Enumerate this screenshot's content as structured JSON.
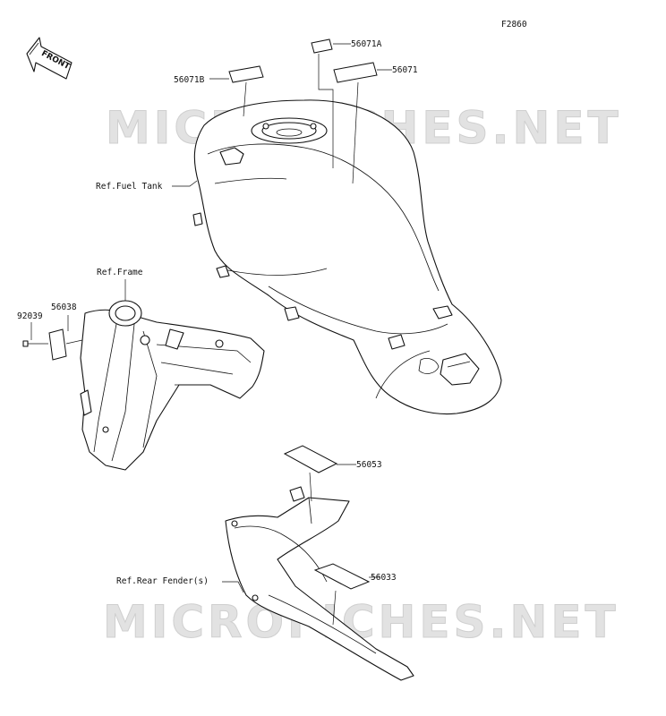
{
  "figure_code": "F2860",
  "direction_arrow": {
    "label": "FRONT",
    "icon": "front-arrow-icon"
  },
  "watermark": {
    "text": "MICROFICHES.NET"
  },
  "parts": [
    {
      "number": "56071A"
    },
    {
      "number": "56071"
    },
    {
      "number": "56071B"
    },
    {
      "number": "56038"
    },
    {
      "number": "92039"
    },
    {
      "number": "56053"
    },
    {
      "number": "56033"
    }
  ],
  "references": [
    {
      "text": "Ref.Fuel Tank"
    },
    {
      "text": "Ref.Frame"
    },
    {
      "text": "Ref.Rear Fender(s)"
    }
  ]
}
